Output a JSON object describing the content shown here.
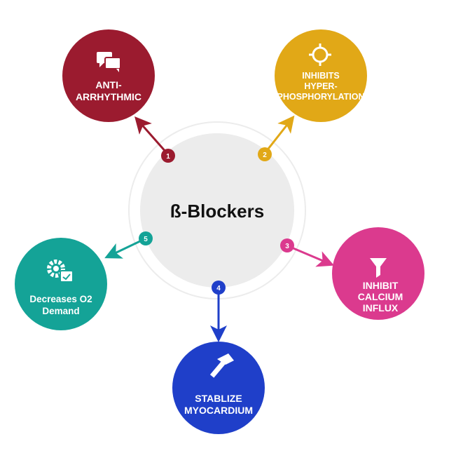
{
  "center": {
    "title": "ß-Blockers"
  },
  "nodes": [
    {
      "number": "1",
      "lines": [
        "ANTI-",
        "ARRHYTHMIC"
      ],
      "icon": "chat-bubbles-icon",
      "color": "#9b1b2f"
    },
    {
      "number": "2",
      "lines": [
        "INHIBITS",
        "HYPER-",
        "PHOSPHORYLATION"
      ],
      "icon": "crosshair-icon",
      "color": "#e1a817"
    },
    {
      "number": "3",
      "lines": [
        "INHIBIT",
        "CALCIUM",
        "INFLUX"
      ],
      "icon": "funnel-icon",
      "color": "#db3a8e"
    },
    {
      "number": "4",
      "lines": [
        "STABLIZE",
        "MYOCARDIUM"
      ],
      "icon": "hammer-icon",
      "color": "#1f3fc9"
    },
    {
      "number": "5",
      "lines": [
        "Decreases O2",
        "Demand"
      ],
      "icon": "gear-calendar-icon",
      "color": "#14a397"
    }
  ]
}
